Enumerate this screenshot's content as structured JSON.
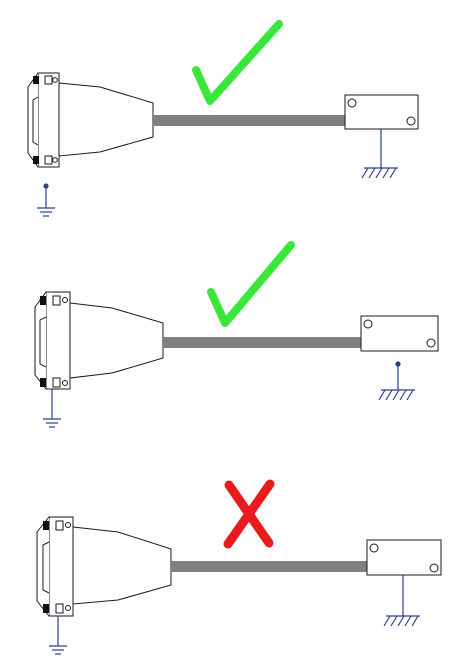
{
  "diagram": {
    "panels": [
      {
        "id": "panel-1",
        "status": "correct",
        "mark_icon": "checkmark-icon",
        "mark_color": "#39e639",
        "ground_symbol": "ground-icon",
        "shield_ground_symbol": "chassis-ground-icon"
      },
      {
        "id": "panel-2",
        "status": "correct",
        "mark_icon": "checkmark-icon",
        "mark_color": "#39e639",
        "ground_symbol": "ground-icon",
        "shield_ground_symbol": "chassis-ground-icon"
      },
      {
        "id": "panel-3",
        "status": "incorrect",
        "mark_icon": "cross-icon",
        "mark_color": "#e81c1c",
        "ground_symbol": "ground-icon",
        "shield_ground_symbol": "chassis-ground-icon"
      }
    ],
    "colors": {
      "cable": "#808080",
      "outline": "#1a1a1a",
      "ground_wire": "#2c3f8f",
      "background": "#ffffff"
    }
  }
}
